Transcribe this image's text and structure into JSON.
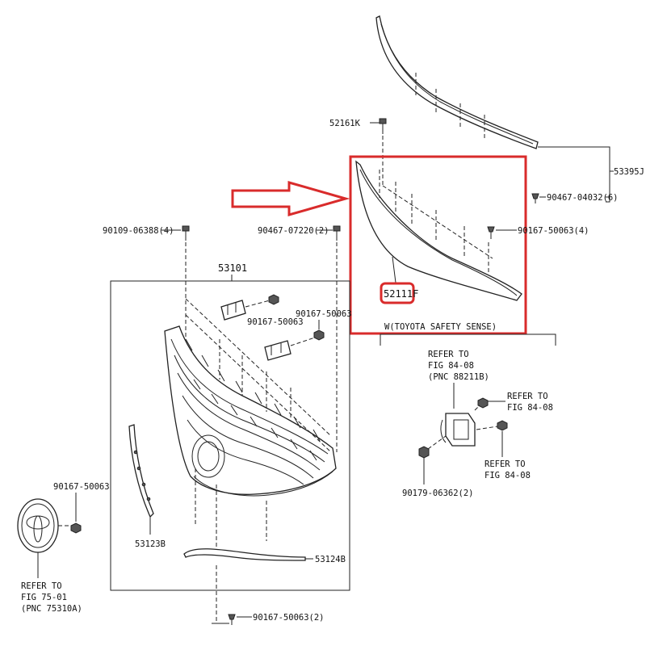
{
  "highlight_color": "#d92b2b",
  "icons": [
    "toyota-emblem-icon",
    "bolt-icon",
    "nut-icon",
    "clip-icon",
    "arrow-right-icon"
  ],
  "callouts": {
    "p52161K": "52161K",
    "p53395J": "53395J",
    "p90467_04032": "90467-04032(6)",
    "p90167_50063_4": "90167-50063(4)",
    "p52111F": "52111F",
    "tss_note": "W(TOYOTA SAFETY SENSE)",
    "p90109_06388": "90109-06388(4)",
    "p90467_07220": "90467-07220(2)",
    "p53101": "53101",
    "p90167_50063_a": "90167-50063",
    "p90167_50063_b": "90167-50063",
    "p90167_50063_c": "90167-50063",
    "p53123B": "53123B",
    "p53124B": "53124B",
    "p90167_50063_2": "90167-50063(2)",
    "p90179_06362": "90179-06362(2)"
  },
  "references": {
    "fig84_pnc": [
      "REFER TO",
      "FIG 84-08",
      "(PNC 88211B)"
    ],
    "fig84_a": [
      "REFER TO",
      "FIG 84-08"
    ],
    "fig84_b": [
      "REFER TO",
      "FIG 84-08"
    ],
    "fig75": [
      "REFER TO",
      "FIG 75-01",
      "(PNC 75310A)"
    ]
  }
}
